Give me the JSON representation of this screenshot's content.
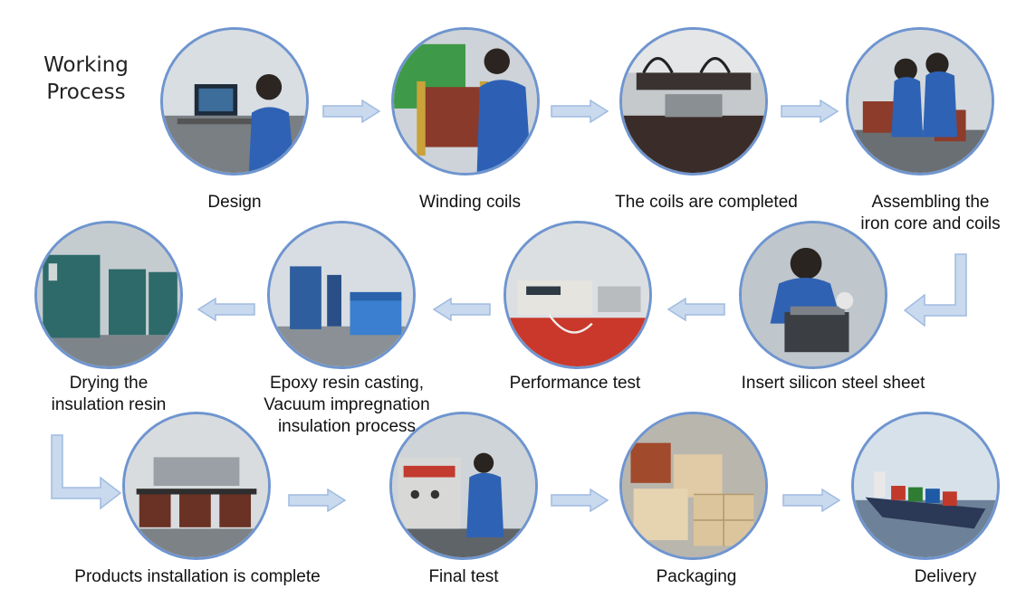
{
  "title": [
    "Working",
    "Process"
  ],
  "colors": {
    "ring": "#6f95cf",
    "arrow_fill": "#c9d9ee",
    "arrow_stroke": "#9fbbe0"
  },
  "steps": [
    {
      "label": [
        "Design"
      ],
      "icon": "computer-design-photo"
    },
    {
      "label": [
        "Winding coils"
      ],
      "icon": "coil-winding-photo"
    },
    {
      "label": [
        "The coils are completed"
      ],
      "icon": "finished-coils-photo"
    },
    {
      "label": [
        "Assembling the",
        "iron core and coils"
      ],
      "icon": "assembly-photo"
    },
    {
      "label": [
        "Insert silicon steel sheet"
      ],
      "icon": "steel-sheet-photo"
    },
    {
      "label": [
        "Performance test"
      ],
      "icon": "test-bench-photo"
    },
    {
      "label": [
        "Epoxy resin casting,",
        "Vacuum impregnation",
        "insulation process"
      ],
      "icon": "vacuum-tank-photo"
    },
    {
      "label": [
        "Drying the",
        "insulation resin"
      ],
      "icon": "drying-oven-photo"
    },
    {
      "label": [
        "Products installation is complete"
      ],
      "icon": "transformers-photo"
    },
    {
      "label": [
        "Final test"
      ],
      "icon": "control-panel-photo"
    },
    {
      "label": [
        "Packaging"
      ],
      "icon": "wooden-crates-photo"
    },
    {
      "label": [
        "Delivery"
      ],
      "icon": "cargo-ship-photo"
    }
  ]
}
